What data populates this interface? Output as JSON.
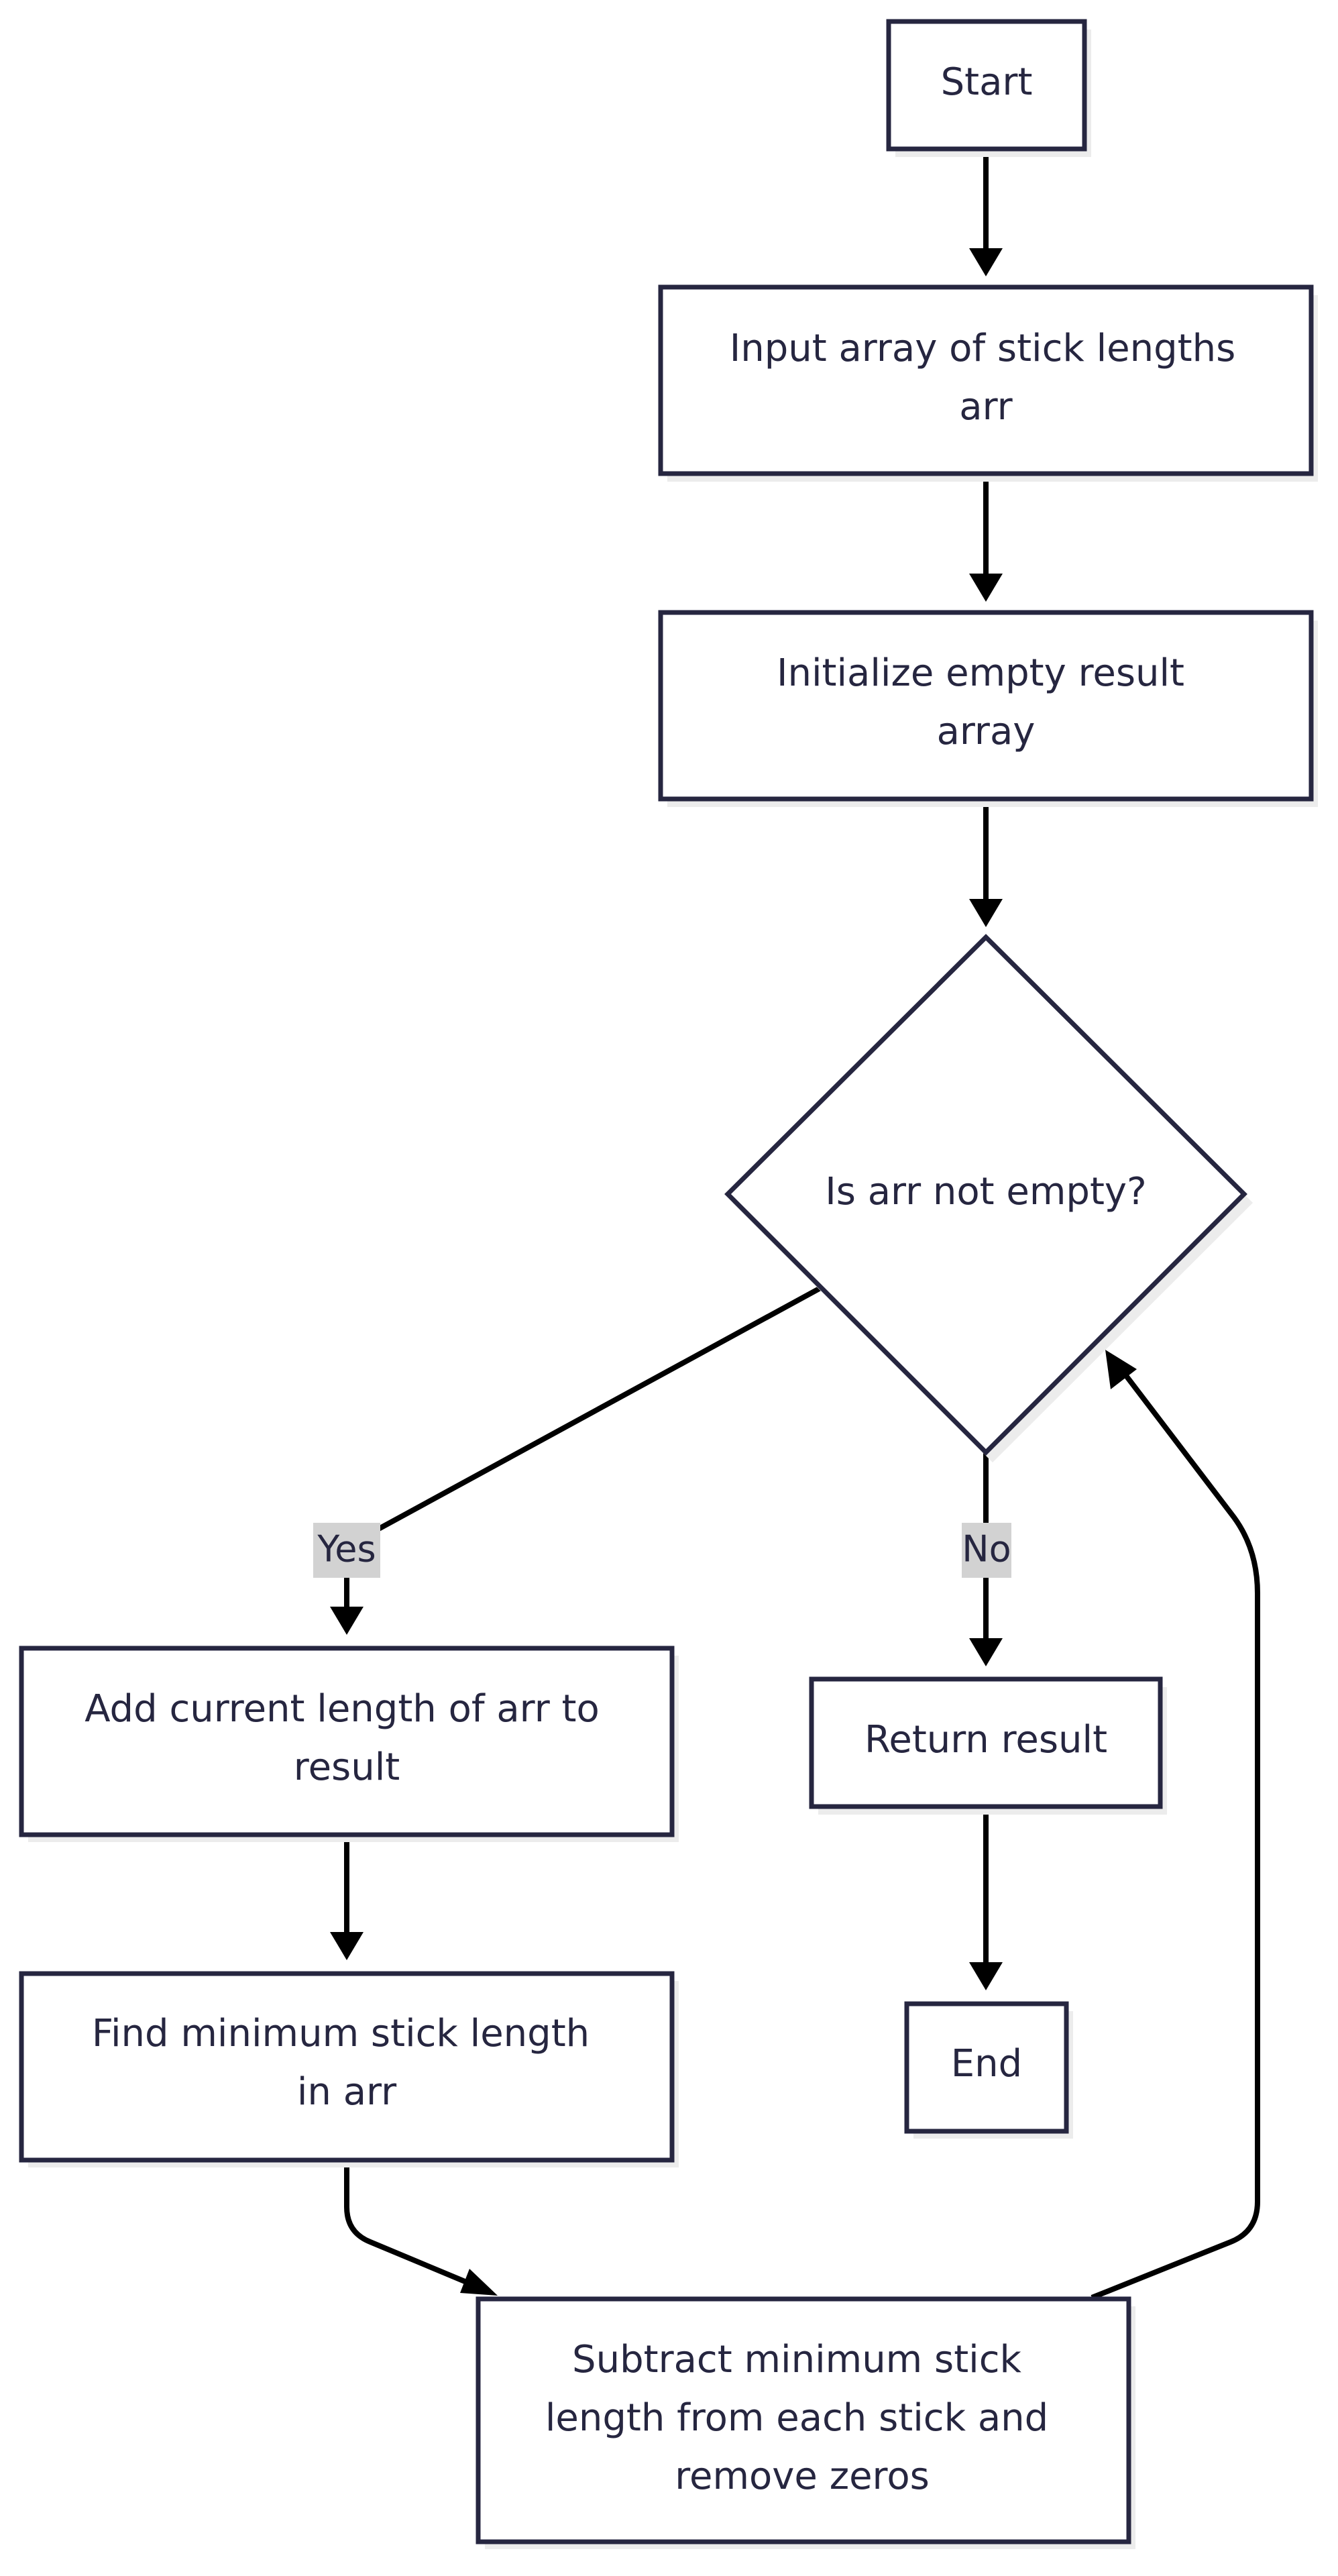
{
  "nodes": {
    "start": {
      "label": "Start"
    },
    "input": {
      "line1": "Input array of stick lengths",
      "line2": "arr"
    },
    "init": {
      "line1": "Initialize empty result",
      "line2": "array"
    },
    "decision": {
      "label": "Is arr not empty?"
    },
    "add": {
      "line1": "Add current length of arr to",
      "line2": "result"
    },
    "find_min": {
      "line1": "Find minimum stick length",
      "line2": "in arr"
    },
    "subtract": {
      "line1": "Subtract minimum stick",
      "line2": "length from each stick and",
      "line3": "remove zeros"
    },
    "return": {
      "label": "Return result"
    },
    "end": {
      "label": "End"
    }
  },
  "edges": {
    "yes": {
      "label": "Yes"
    },
    "no": {
      "label": "No"
    }
  },
  "colors": {
    "node_stroke": "#262640",
    "node_fill": "#ffffff",
    "edge": "#000000",
    "edge_label_bg": "#d2d2d2",
    "shadow": "#ececec"
  }
}
